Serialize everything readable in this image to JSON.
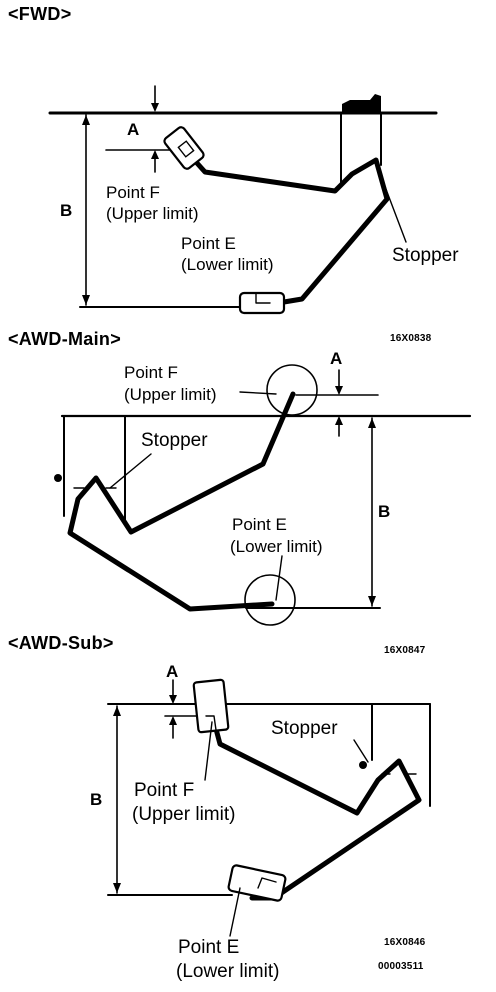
{
  "fwd": {
    "heading": "<FWD>",
    "dim_a": "A",
    "dim_b": "B",
    "point_f": "Point F",
    "point_f_sub": "(Upper limit)",
    "point_e": "Point E",
    "point_e_sub": "(Lower limit)",
    "stopper": "Stopper"
  },
  "awd_main": {
    "heading": "<AWD-Main>",
    "code": "16X0838",
    "dim_a": "A",
    "dim_b": "B",
    "point_f": "Point F",
    "point_f_sub": "(Upper limit)",
    "point_e": "Point E",
    "point_e_sub": "(Lower limit)",
    "stopper": "Stopper"
  },
  "awd_sub": {
    "heading": "<AWD-Sub>",
    "code": "16X0847",
    "dim_a": "A",
    "dim_b": "B",
    "point_f": "Point F",
    "point_f_sub": "(Upper limit)",
    "point_e": "Point E",
    "point_e_sub": "(Lower limit)",
    "stopper": "Stopper",
    "code_bottom": "16X0846",
    "code_doc": "00003511"
  }
}
